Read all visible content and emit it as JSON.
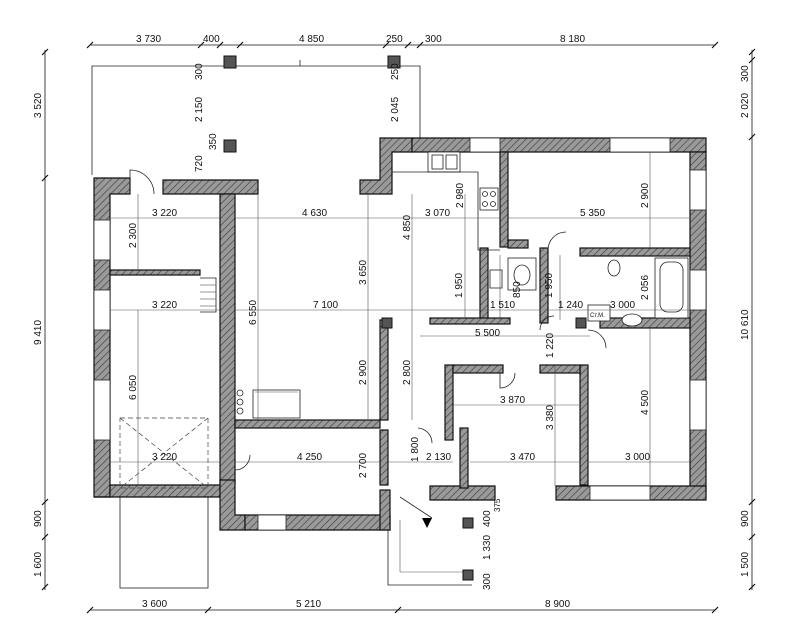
{
  "dimensions": {
    "top": [
      "3 730",
      "400",
      "4 850",
      "250",
      "300",
      "8 180"
    ],
    "bottom": [
      "3 600",
      "5 210",
      "8 900"
    ],
    "left": [
      "3 520",
      "9 410",
      "900",
      "1 600"
    ],
    "right": [
      "300",
      "2 020",
      "10 610",
      "900",
      "1 500"
    ],
    "interior": [
      "300",
      "2 150",
      "720",
      "350",
      "2 045",
      "250",
      "3 220",
      "2 300",
      "4 630",
      "3 070",
      "2 980",
      "4 850",
      "5 350",
      "2 900",
      "3 220",
      "7 100",
      "6 550",
      "3 650",
      "1 950",
      "1 510",
      "850",
      "1 950",
      "1 240",
      "3 000",
      "2 056",
      "5 500",
      "1 220",
      "6 050",
      "2 900",
      "2 800",
      "3 870",
      "3 380",
      "4 500",
      "3 220",
      "4 250",
      "2 700",
      "1 800",
      "2 130",
      "3 470",
      "3 000",
      "400",
      "375",
      "1 330",
      "300"
    ]
  },
  "labels": {
    "washer": "Ст.М."
  }
}
